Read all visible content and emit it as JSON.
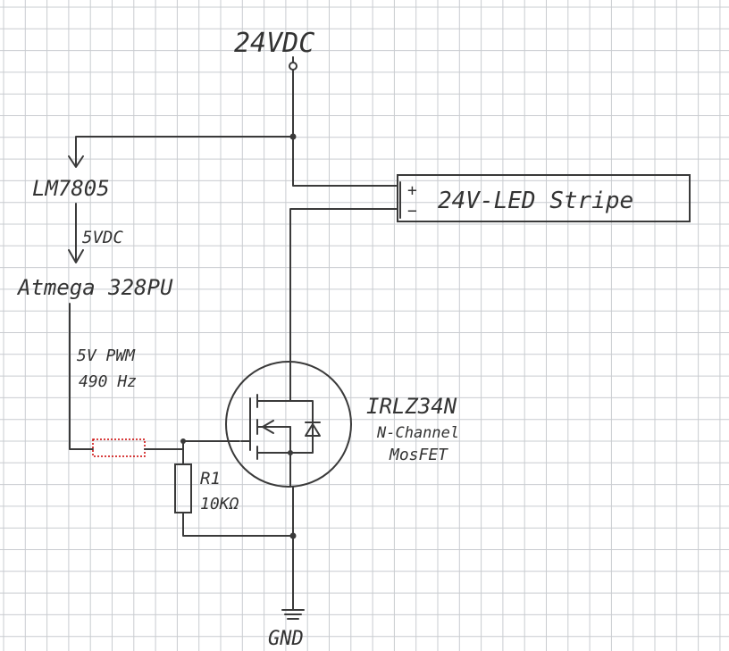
{
  "supply": {
    "label": "24VDC"
  },
  "regulator": {
    "label": "LM7805",
    "output_label": "5VDC"
  },
  "microcontroller": {
    "label": "Atmega 328PU"
  },
  "pwm": {
    "line1": "5V PWM",
    "line2": "490 Hz"
  },
  "led_strip": {
    "plus": "+",
    "minus": "−",
    "label": "24V-LED Stripe"
  },
  "mosfet": {
    "part": "IRLZ34N",
    "type": "N-Channel",
    "family": "MosFET"
  },
  "resistor": {
    "name": "R1",
    "value": "10KΩ"
  },
  "ground": {
    "label": "GND"
  },
  "colors": {
    "ink": "#3a3a3a",
    "grid": "#c9ccd0",
    "paper": "#ffffff",
    "marker": "#cc0000"
  }
}
